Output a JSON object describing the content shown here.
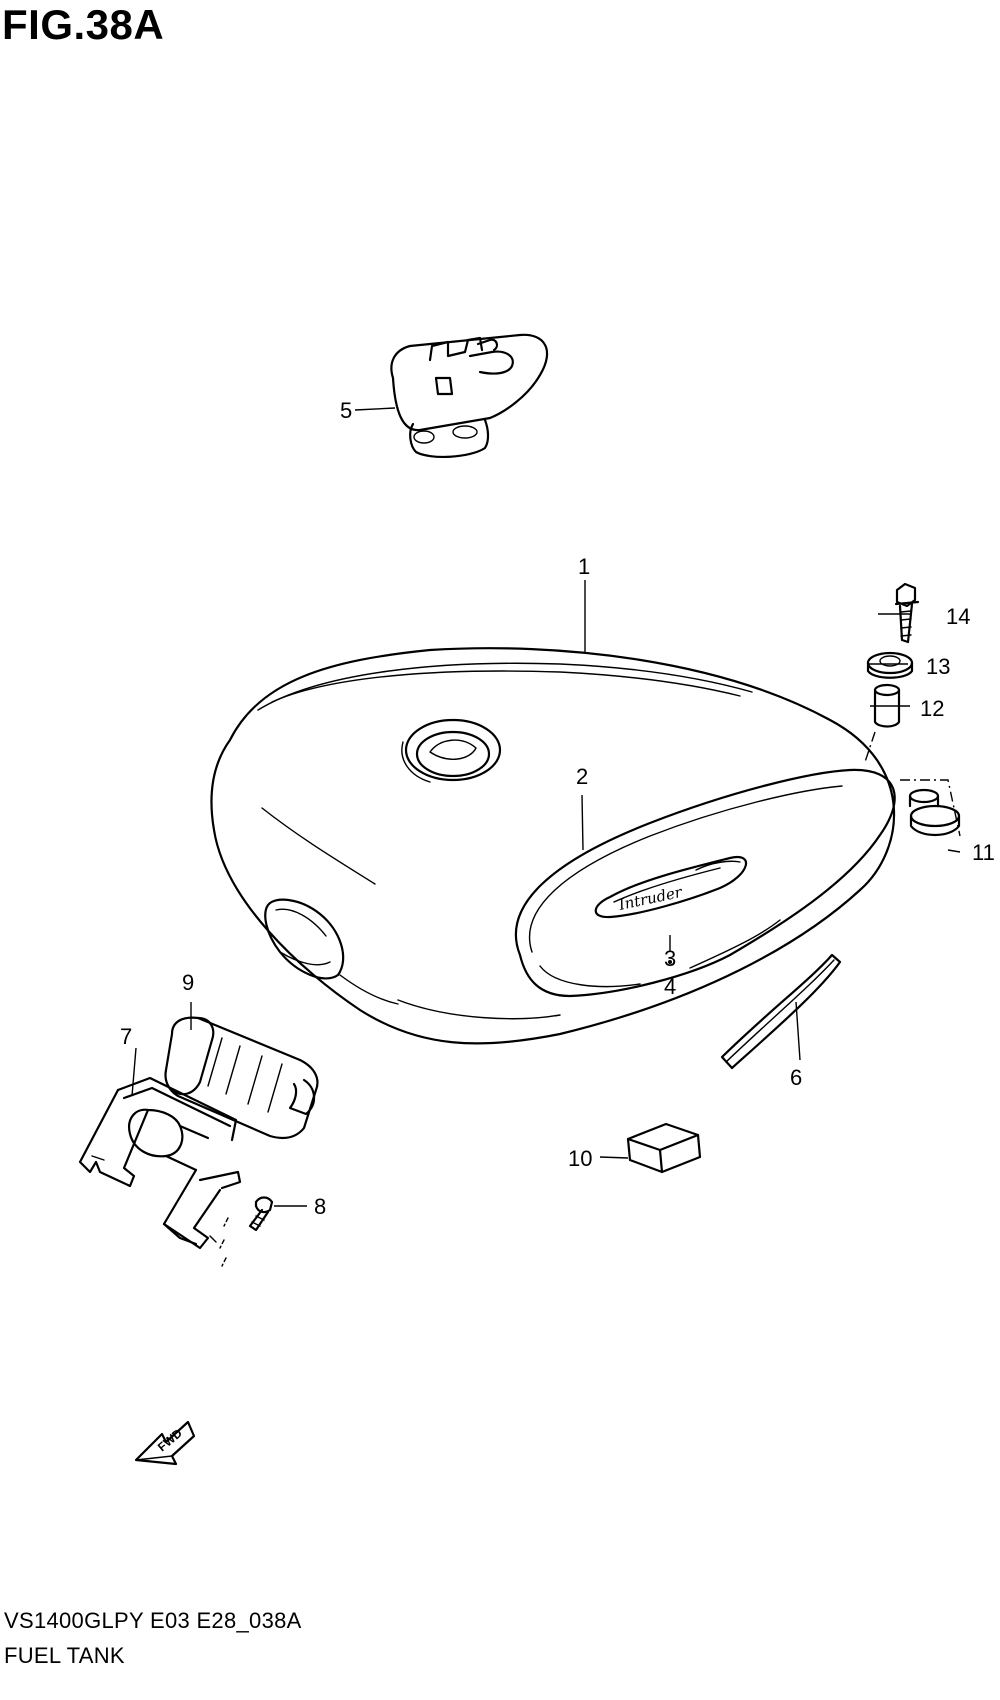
{
  "figure": {
    "label": "FIG.38A",
    "model_code": "VS1400GLPY E03 E28_038A",
    "section_name": "FUEL TANK",
    "emblem_text": "Intruder",
    "direction_text": "FWD"
  },
  "callouts": [
    "1",
    "2",
    "3",
    "4",
    "5",
    "6",
    "7",
    "8",
    "9",
    "10",
    "11",
    "12",
    "13",
    "14"
  ]
}
